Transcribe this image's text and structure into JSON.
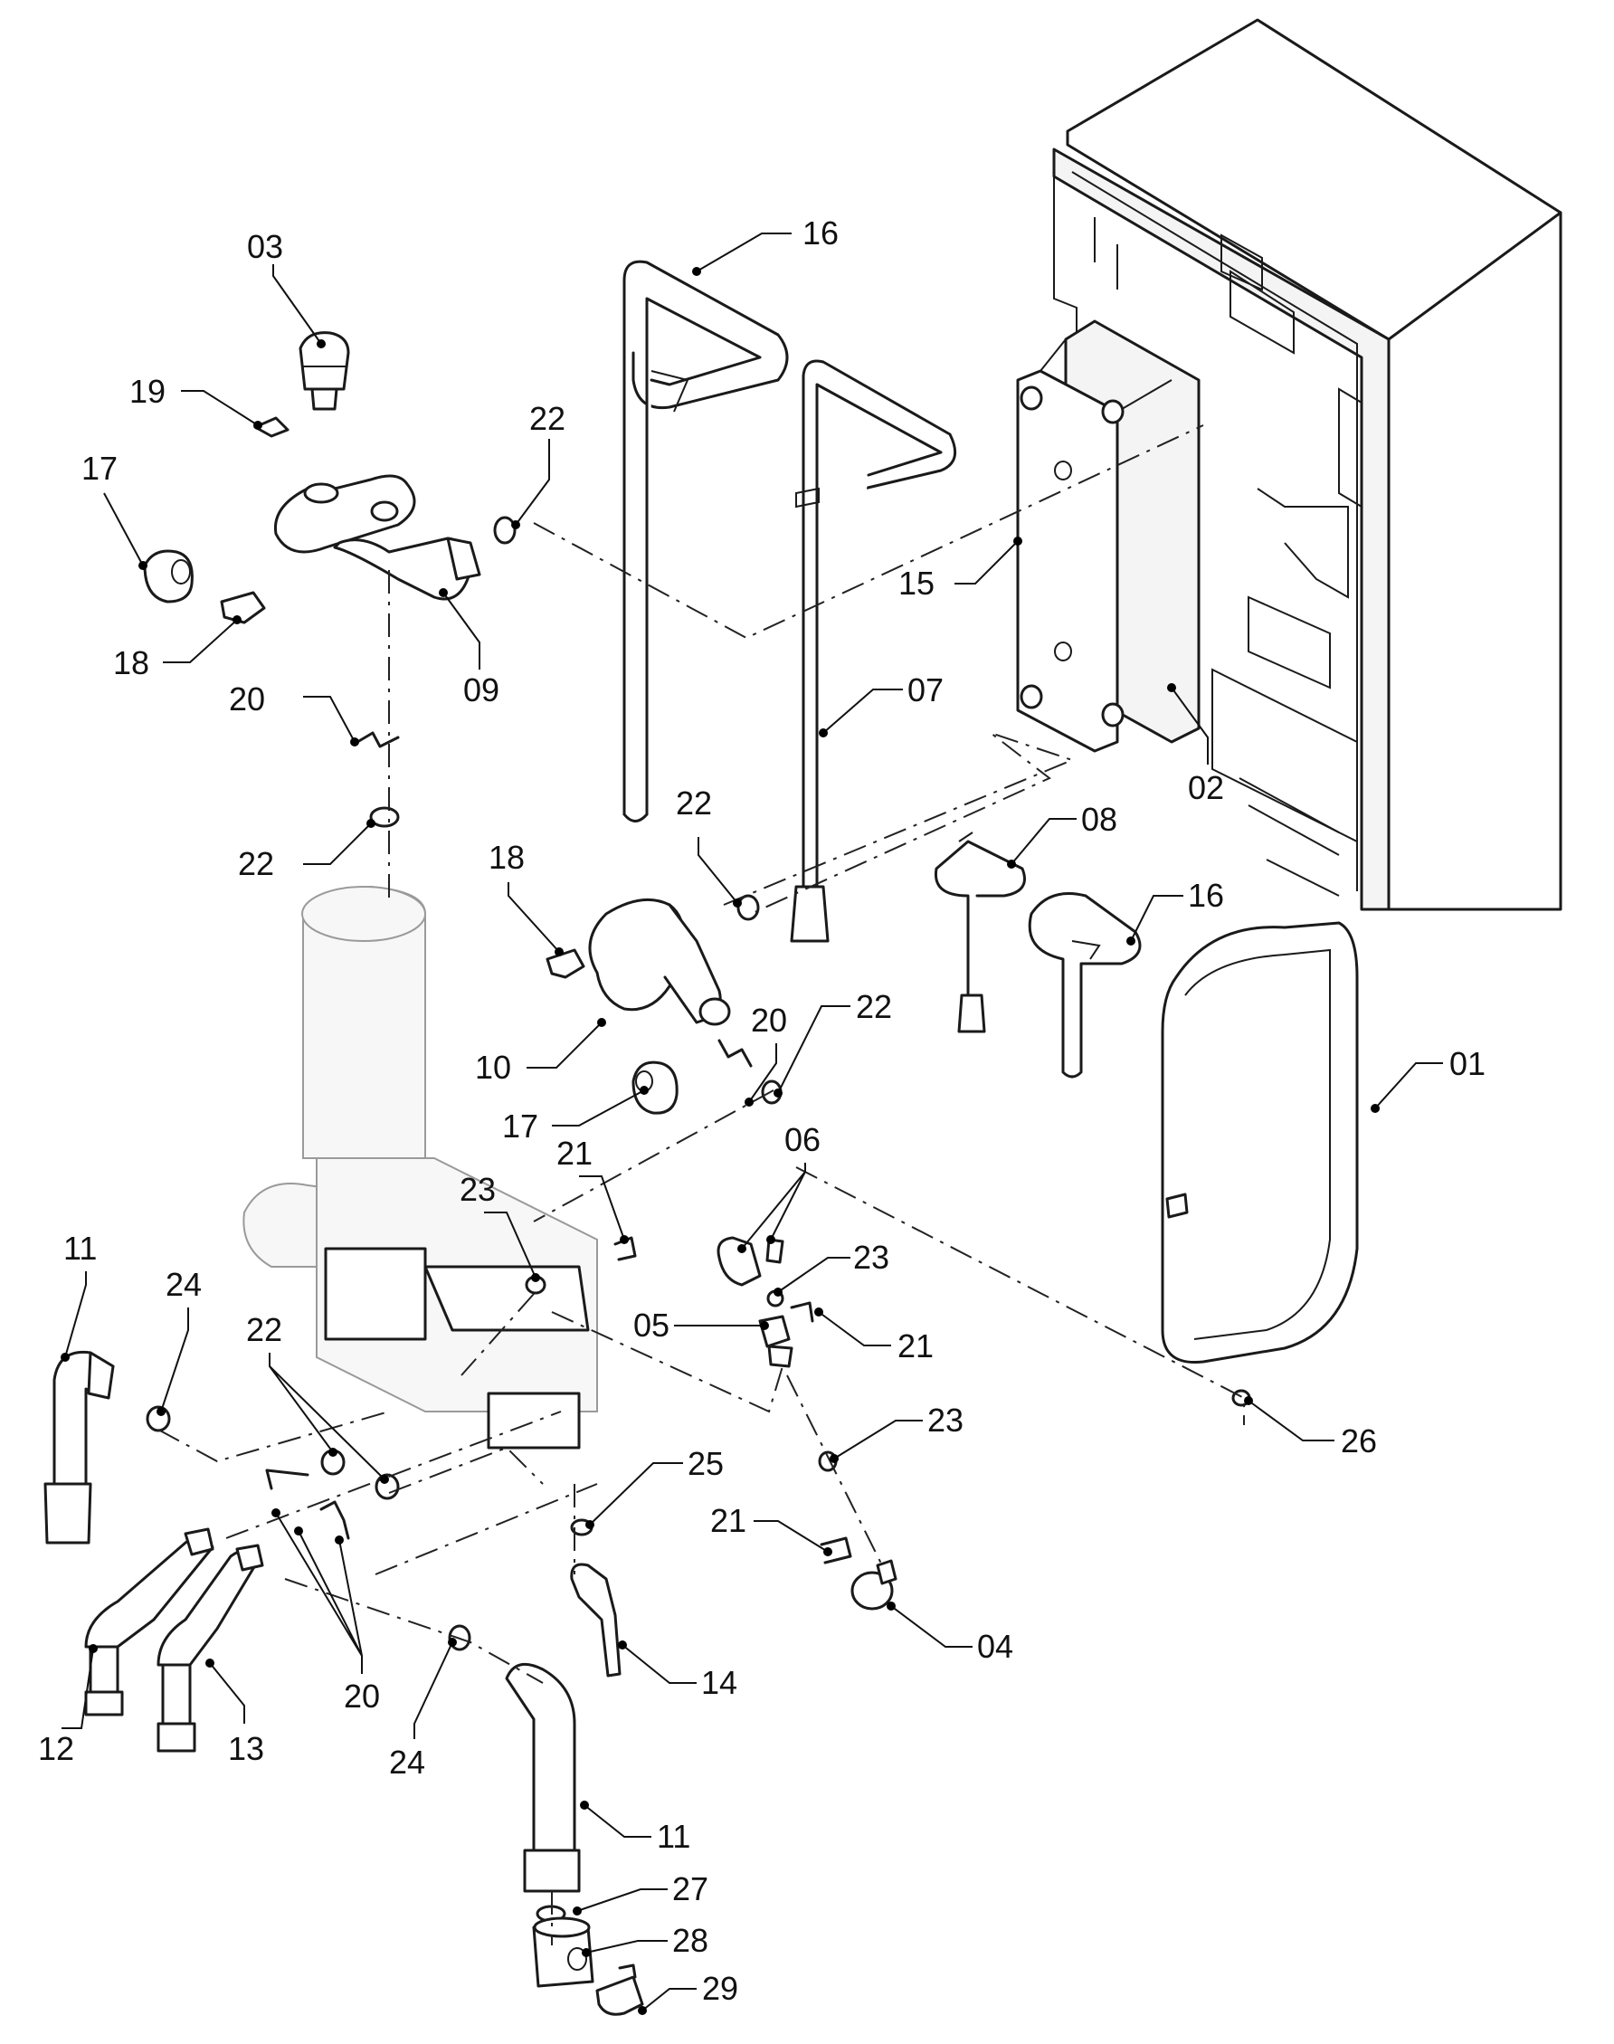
{
  "callouts": [
    {
      "id": "c03",
      "label": "03"
    },
    {
      "id": "c19",
      "label": "19"
    },
    {
      "id": "c17a",
      "label": "17"
    },
    {
      "id": "c22a",
      "label": "22"
    },
    {
      "id": "c18a",
      "label": "18"
    },
    {
      "id": "c09",
      "label": "09"
    },
    {
      "id": "c20a",
      "label": "20"
    },
    {
      "id": "c22b",
      "label": "22"
    },
    {
      "id": "c16a",
      "label": "16"
    },
    {
      "id": "c15",
      "label": "15"
    },
    {
      "id": "c07",
      "label": "07"
    },
    {
      "id": "c02",
      "label": "02"
    },
    {
      "id": "c22c",
      "label": "22"
    },
    {
      "id": "c18b",
      "label": "18"
    },
    {
      "id": "c08",
      "label": "08"
    },
    {
      "id": "c16b",
      "label": "16"
    },
    {
      "id": "c10",
      "label": "10"
    },
    {
      "id": "c20b",
      "label": "20"
    },
    {
      "id": "c22d",
      "label": "22"
    },
    {
      "id": "c17b",
      "label": "17"
    },
    {
      "id": "c01",
      "label": "01"
    },
    {
      "id": "c23a",
      "label": "23"
    },
    {
      "id": "c21a",
      "label": "21"
    },
    {
      "id": "c06",
      "label": "06"
    },
    {
      "id": "c11a",
      "label": "11"
    },
    {
      "id": "c24a",
      "label": "24"
    },
    {
      "id": "c22e",
      "label": "22"
    },
    {
      "id": "c23b",
      "label": "23"
    },
    {
      "id": "c05",
      "label": "05"
    },
    {
      "id": "c21b",
      "label": "21"
    },
    {
      "id": "c23c",
      "label": "23"
    },
    {
      "id": "c26",
      "label": "26"
    },
    {
      "id": "c25",
      "label": "25"
    },
    {
      "id": "c21c",
      "label": "21"
    },
    {
      "id": "c04",
      "label": "04"
    },
    {
      "id": "c14",
      "label": "14"
    },
    {
      "id": "c20c",
      "label": "20"
    },
    {
      "id": "c12",
      "label": "12"
    },
    {
      "id": "c13",
      "label": "13"
    },
    {
      "id": "c24b",
      "label": "24"
    },
    {
      "id": "c11b",
      "label": "11"
    },
    {
      "id": "c27",
      "label": "27"
    },
    {
      "id": "c28",
      "label": "28"
    },
    {
      "id": "c29",
      "label": "29"
    }
  ]
}
